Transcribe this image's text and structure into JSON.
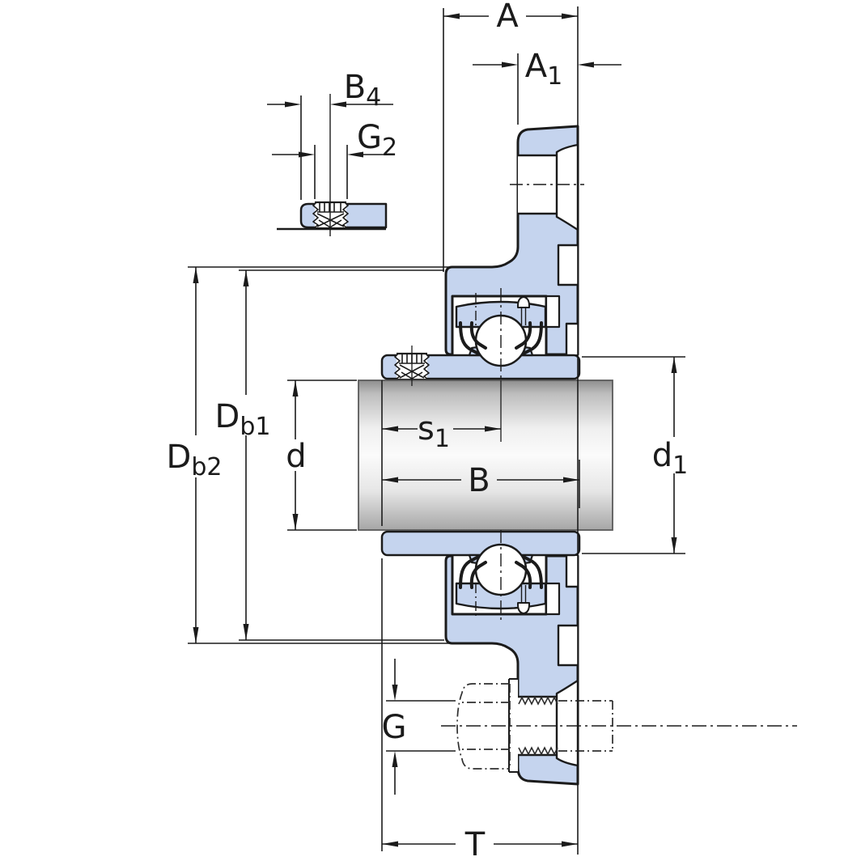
{
  "drawing": {
    "type": "engineering-cross-section",
    "subject": "flanged-bearing-unit-with-shaft-and-mounting-bolt",
    "colors": {
      "part_fill": "#c5d4ee",
      "line": "#1b1b1b",
      "phantom": "#2e2e2e",
      "shaft_dark": "#8e8e8e",
      "shaft_light": "#fbfbfb",
      "background": "#ffffff"
    },
    "labels": {
      "A": {
        "base": "A",
        "sub": ""
      },
      "A1": {
        "base": "A",
        "sub": "1"
      },
      "B4": {
        "base": "B",
        "sub": "4"
      },
      "G2": {
        "base": "G",
        "sub": "2"
      },
      "Db1": {
        "base": "D",
        "sub": "b1"
      },
      "Db2": {
        "base": "D",
        "sub": "b2"
      },
      "d": {
        "base": "d",
        "sub": ""
      },
      "s1": {
        "base": "s",
        "sub": "1"
      },
      "B": {
        "base": "B",
        "sub": ""
      },
      "d1": {
        "base": "d",
        "sub": "1"
      },
      "G": {
        "base": "G",
        "sub": ""
      },
      "T": {
        "base": "T",
        "sub": ""
      }
    }
  }
}
